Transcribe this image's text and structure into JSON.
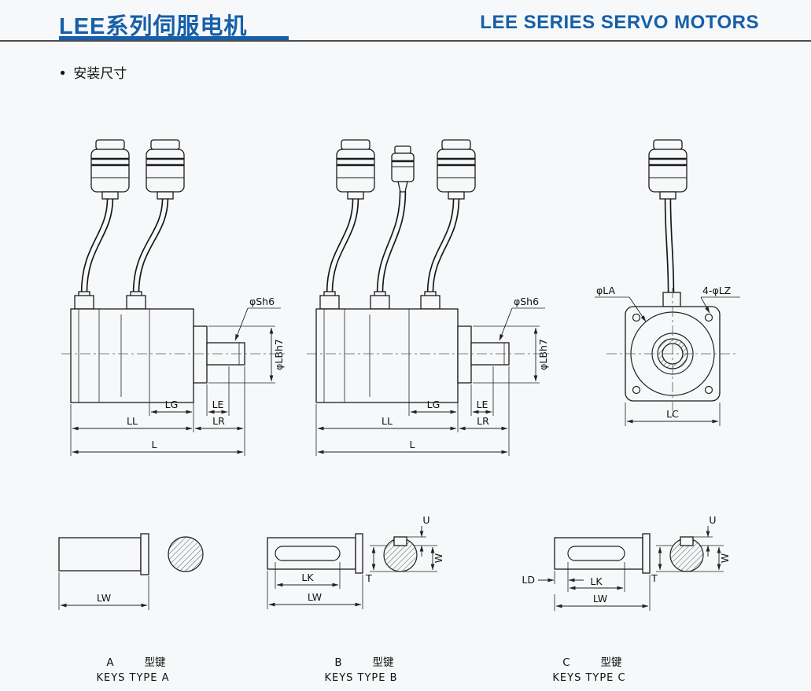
{
  "page": {
    "background": "#f6f8f9",
    "accent_color": "#165fa9",
    "line_color": "#222222"
  },
  "header": {
    "title_cn": "LEE系列伺服电机",
    "title_en": "LEE SERIES SERVO MOTORS"
  },
  "section": {
    "bullet": "●",
    "title": "安装尺寸"
  },
  "dim_labels": {
    "shaft_dia": "φSh6",
    "pilot_dia": "φLBh7",
    "lg": "LG",
    "le": "LE",
    "ll": "LL",
    "lr": "LR",
    "l": "L",
    "la": "φLA",
    "lz": "4-φLZ",
    "lc": "LC",
    "lw": "LW",
    "lk": "LK",
    "ld": "LD",
    "t": "T",
    "u": "U",
    "w": "W"
  },
  "key_captions": {
    "a": {
      "letter": "A",
      "type_cn": "型键",
      "type_en": "KEYS TYPE A"
    },
    "b": {
      "letter": "B",
      "type_cn": "型键",
      "type_en": "KEYS TYPE B"
    },
    "c": {
      "letter": "C",
      "type_cn": "型键",
      "type_en": "KEYS TYPE C"
    }
  }
}
